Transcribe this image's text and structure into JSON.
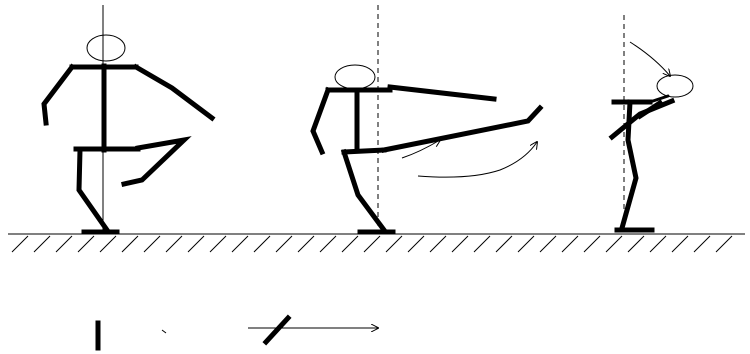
{
  "scene": {
    "description_free": true,
    "figures": [
      "standing-on-one-leg",
      "front-kick",
      "knee-raise-lean"
    ],
    "colors": {
      "ink": "#000000",
      "background": "#ffffff"
    }
  }
}
